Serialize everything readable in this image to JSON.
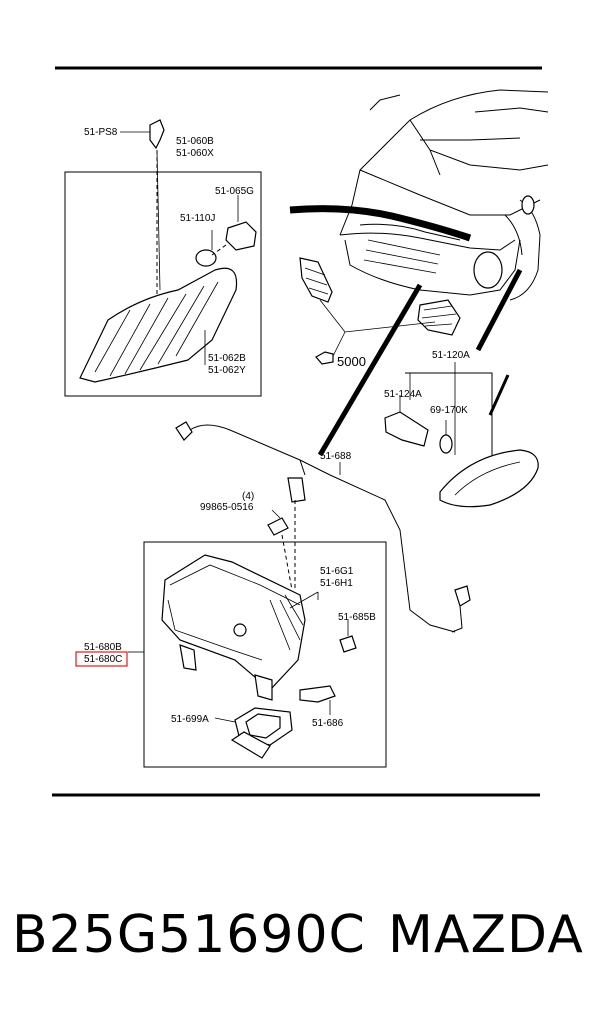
{
  "diagram": {
    "labels": {
      "p51ps8": "51-PS8",
      "p51060b": "51-060B",
      "p51060x": "51-060X",
      "p51065g": "51-065G",
      "p51110j": "51-110J",
      "p51062b": "51-062B",
      "p51062y": "51-062Y",
      "p5000": "5000",
      "p51120a": "51-120A",
      "p51124a": "51-124A",
      "p69170k": "69-170K",
      "p51688": "51-688",
      "qty4": "(4)",
      "p99865": "99865-0516",
      "p516g1": "51-6G1",
      "p516h1": "51-6H1",
      "p51685b": "51-685B",
      "p51680b": "51-680B",
      "p51680c": "51-680C",
      "p51699a": "51-699A",
      "p51686": "51-686"
    },
    "highlight_color": "#e8141b"
  },
  "footer": {
    "part_number": "B25G51690C",
    "brand": "MAZDA"
  }
}
